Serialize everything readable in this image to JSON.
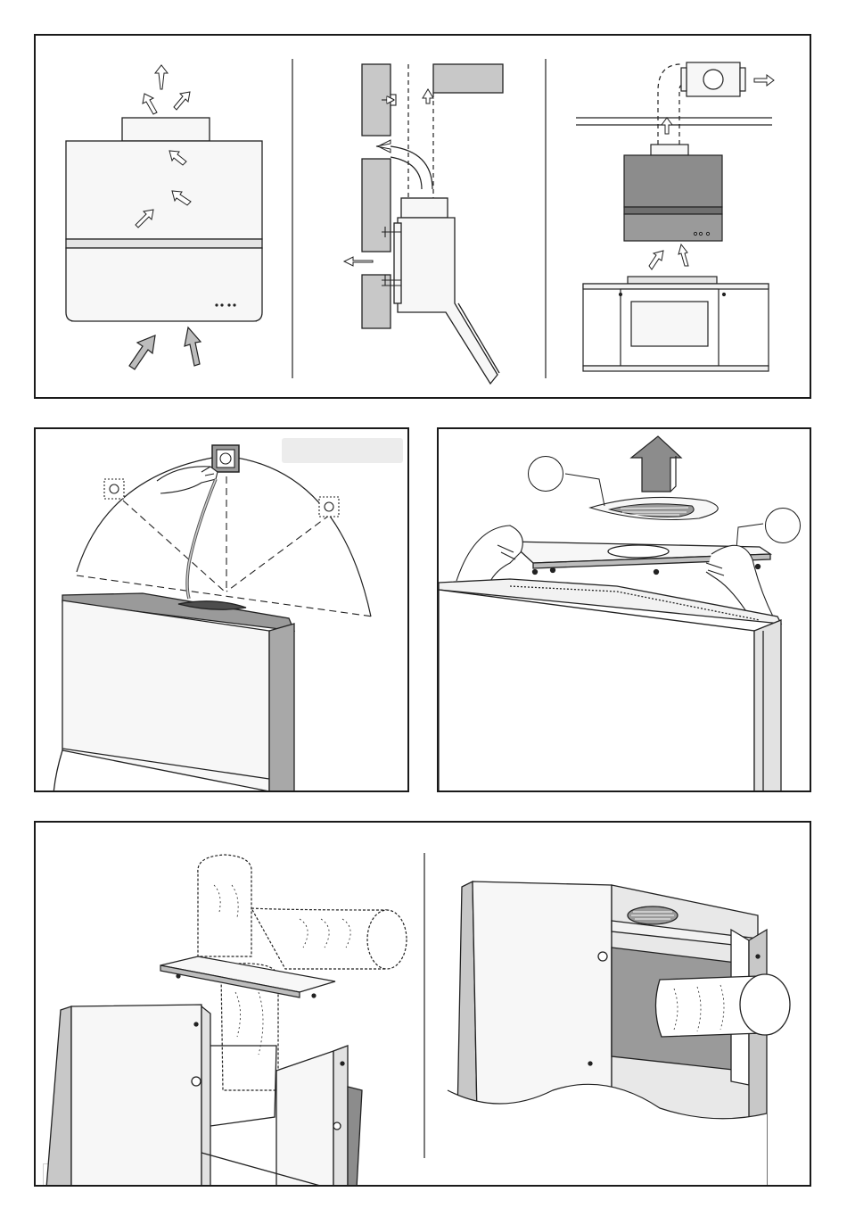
{
  "document": {
    "type": "range hood installation instructions (illustration page)",
    "panels": [
      {
        "id": "top",
        "sub_figures": [
          "exhaust-mode-airflow",
          "wall-duct-side-section",
          "external-motor-duct-schematic"
        ]
      },
      {
        "id": "middle-left",
        "sub_figures": [
          "power-socket-placement"
        ]
      },
      {
        "id": "middle-right",
        "sub_figures": [
          "remove-top-plate-with-filter"
        ],
        "callouts": [
          "",
          ""
        ]
      },
      {
        "id": "bottom",
        "sub_figures": [
          "duct-connection-top",
          "duct-connection-rear"
        ]
      }
    ],
    "colors": {
      "frame": "#1a1a1a",
      "wall_fill": "#c8c8c8",
      "hood_body": "#f7f7f7",
      "hood_dark": "#8c8c8c",
      "arrow_fill": "#bdbdbd",
      "label_box": "#ececec"
    },
    "icons": [
      "airflow-arrow-icon",
      "power-socket-icon",
      "hand-icon",
      "up-arrow-icon",
      "filter-grille-icon",
      "flexible-duct-icon"
    ]
  }
}
